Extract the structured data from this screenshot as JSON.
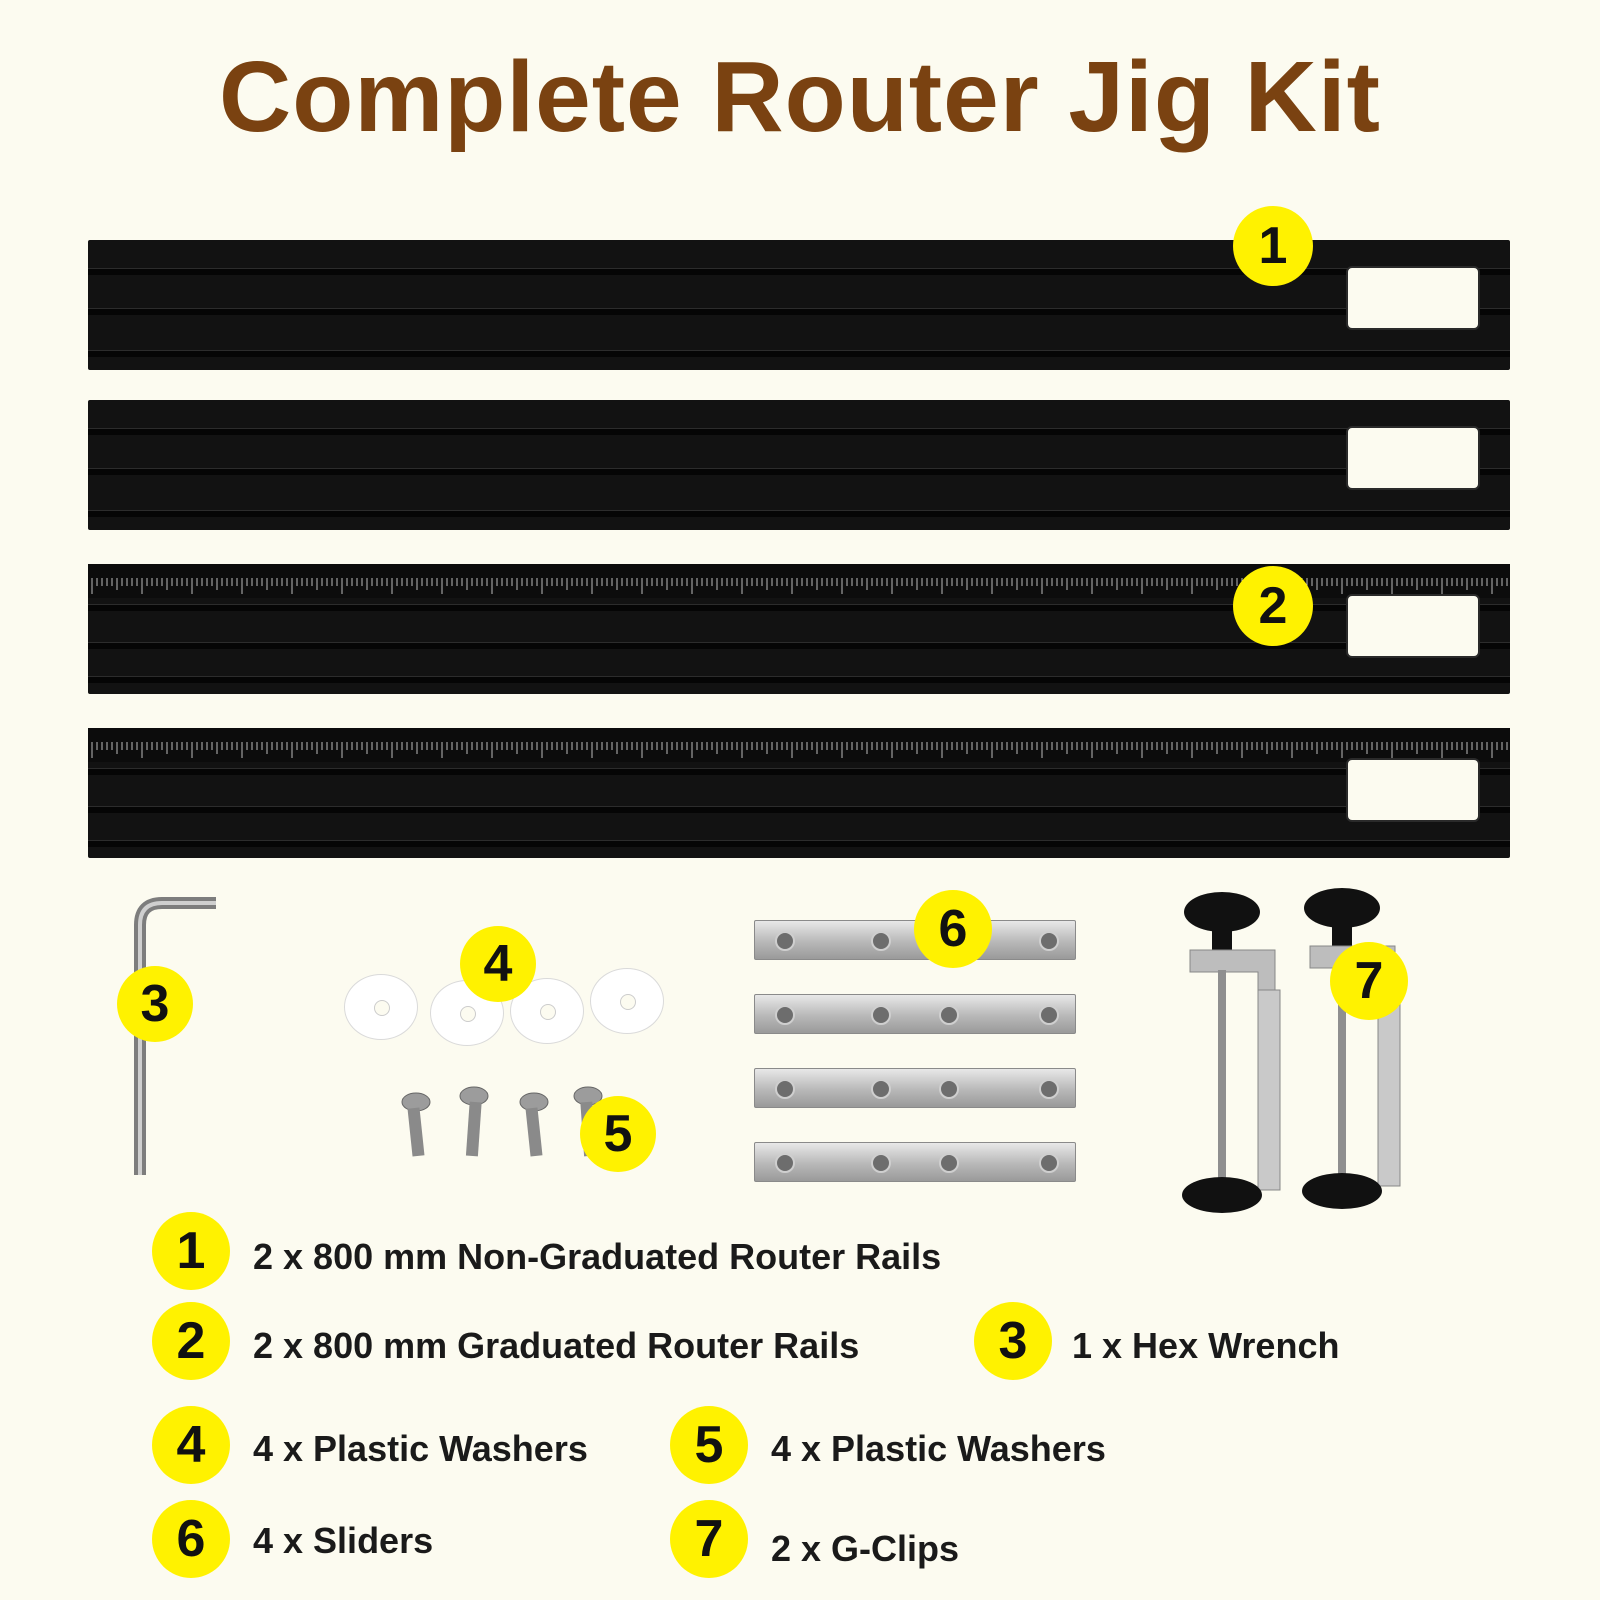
{
  "title": "Complete Router Jig Kit",
  "colors": {
    "title": "#7A4211",
    "badge": "#FFF200",
    "badge_text": "#111111",
    "rail": "#121212"
  },
  "callouts": [
    "1",
    "2",
    "3",
    "4",
    "5",
    "6",
    "7"
  ],
  "legend": [
    {
      "num": "1",
      "text": "2 x 800 mm Non-Graduated Router Rails"
    },
    {
      "num": "2",
      "text": "2 x 800 mm Graduated Router Rails"
    },
    {
      "num": "3",
      "text": "1 x Hex Wrench"
    },
    {
      "num": "4",
      "text": "4 x Plastic Washers"
    },
    {
      "num": "5",
      "text": "4 x Plastic Washers"
    },
    {
      "num": "6",
      "text": "4 x Sliders"
    },
    {
      "num": "7",
      "text": "2 x G-Clips"
    }
  ],
  "icons": [
    "router-rail",
    "graduated-router-rail",
    "hex-wrench-icon",
    "plastic-washer-icon",
    "screw-icon",
    "slider-icon",
    "g-clip-icon"
  ]
}
